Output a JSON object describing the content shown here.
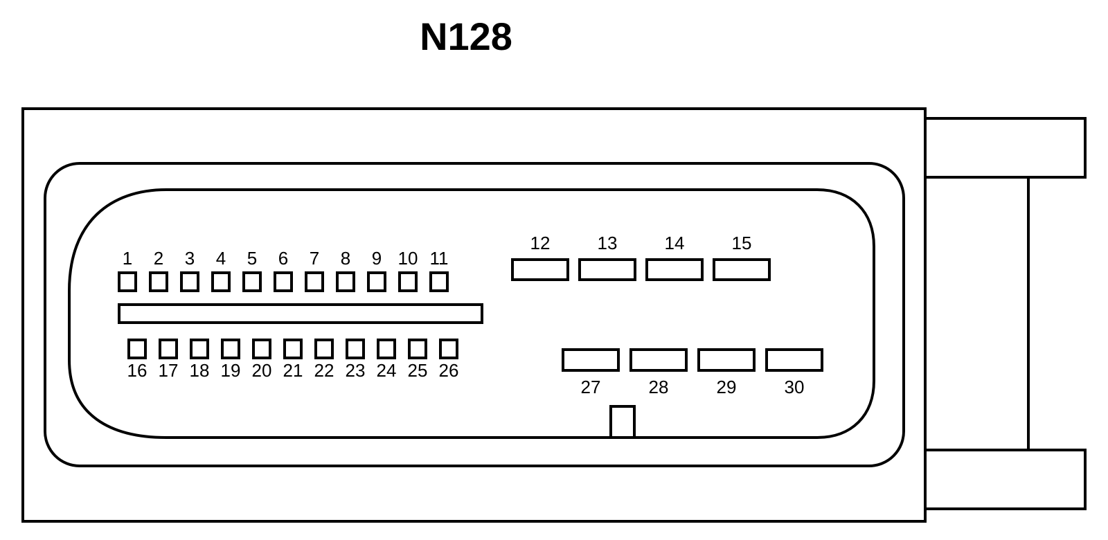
{
  "title": "N128",
  "pins": {
    "top_small": [
      "1",
      "2",
      "3",
      "4",
      "5",
      "6",
      "7",
      "8",
      "9",
      "10",
      "11"
    ],
    "bottom_small": [
      "16",
      "17",
      "18",
      "19",
      "20",
      "21",
      "22",
      "23",
      "24",
      "25",
      "26"
    ],
    "top_large": [
      "12",
      "13",
      "14",
      "15"
    ],
    "bottom_large": [
      "27",
      "28",
      "29",
      "30"
    ]
  }
}
